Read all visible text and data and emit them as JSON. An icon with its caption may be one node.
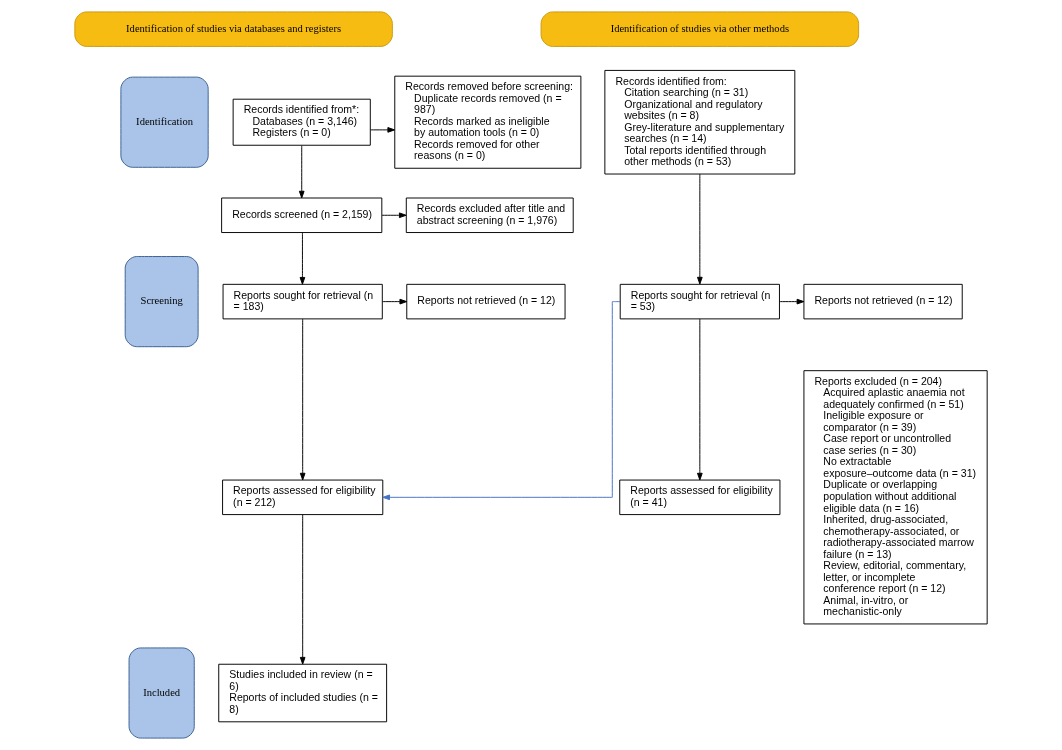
{
  "diagram": {
    "nodes": [
      {
        "text": [
          "Identification of studies via databases and registers"
        ]
      },
      {
        "text": [
          "Identification of studies via other methods"
        ]
      },
      {
        "text": [
          "Identification"
        ]
      },
      {
        "text": [
          "Screening"
        ]
      },
      {
        "text": [
          "Included"
        ]
      },
      {
        "text": [
          "Records identified from*:",
          "Databases (n = 3,146)",
          "Registers (n = 0)"
        ]
      },
      {
        "text": [
          "Records removed before screening:",
          "Duplicate records removed (n = 987)",
          "Records marked as ineligible by automation tools (n = 0)",
          "Records removed for other reasons (n = 0)"
        ]
      },
      {
        "text": [
          "Records identified from:",
          "Citation searching (n = 31)",
          "Organizational and regulatory websites (n = 8)",
          "Grey-literature and supplementary searches (n = 14)",
          "Total reports identified through other methods (n = 53)"
        ]
      },
      {
        "text": [
          "Records screened (n = 2,159)"
        ]
      },
      {
        "text": [
          "Records excluded after title and abstract screening (n = 1,976)"
        ]
      },
      {
        "text": [
          "Reports sought for retrieval (n = 183)"
        ]
      },
      {
        "text": [
          "Reports not retrieved (n = 12)"
        ]
      },
      {
        "text": [
          "Reports sought for retrieval (n = 53)"
        ]
      },
      {
        "text": [
          "Reports not retrieved (n = 12)"
        ]
      },
      {
        "text": [
          "Reports assessed for eligibility (n = 212)"
        ]
      },
      {
        "text": [
          "Reports excluded (n = 204)",
          "Acquired aplastic anaemia not adequately confirmed (n = 51)",
          "Ineligible exposure or comparator (n = 39)",
          "Case report or uncontrolled case series (n = 30)",
          "No extractable exposure–outcome data (n = 31)",
          "Duplicate or overlapping population without additional eligible data (n = 16)",
          "Inherited, drug-associated, chemotherapy-associated, or radiotherapy-associated marrow failure (n = 13)",
          "Review, editorial, commentary, letter, or incomplete conference report (n = 12)",
          "Animal, in-vitro, or mechanistic-only"
        ]
      },
      {
        "text": [
          "Reports assessed for eligibility (n = 41)"
        ]
      },
      {
        "text": [
          "Studies included in review (n = 6)",
          "Reports of included studies (n = 8)"
        ]
      }
    ],
    "edges": [
      {
        "from": 5,
        "to": 6,
        "arrow": "to"
      },
      {
        "from": 5,
        "to": 8,
        "arrow": "to"
      },
      {
        "from": 8,
        "to": 9,
        "arrow": "to"
      },
      {
        "from": 8,
        "to": 10,
        "arrow": "to"
      },
      {
        "from": 10,
        "to": 11,
        "arrow": "to"
      },
      {
        "from": 10,
        "to": 14,
        "arrow": "to"
      },
      {
        "from": 7,
        "to": 12,
        "arrow": "to"
      },
      {
        "from": 12,
        "to": 13,
        "arrow": "to"
      },
      {
        "from": 12,
        "to": 16,
        "arrow": "to"
      },
      {
        "from": 12,
        "to": 14,
        "arrow": "to",
        "color": "#4472c4"
      },
      {
        "from": 14,
        "to": 17,
        "arrow": "to"
      }
    ]
  }
}
